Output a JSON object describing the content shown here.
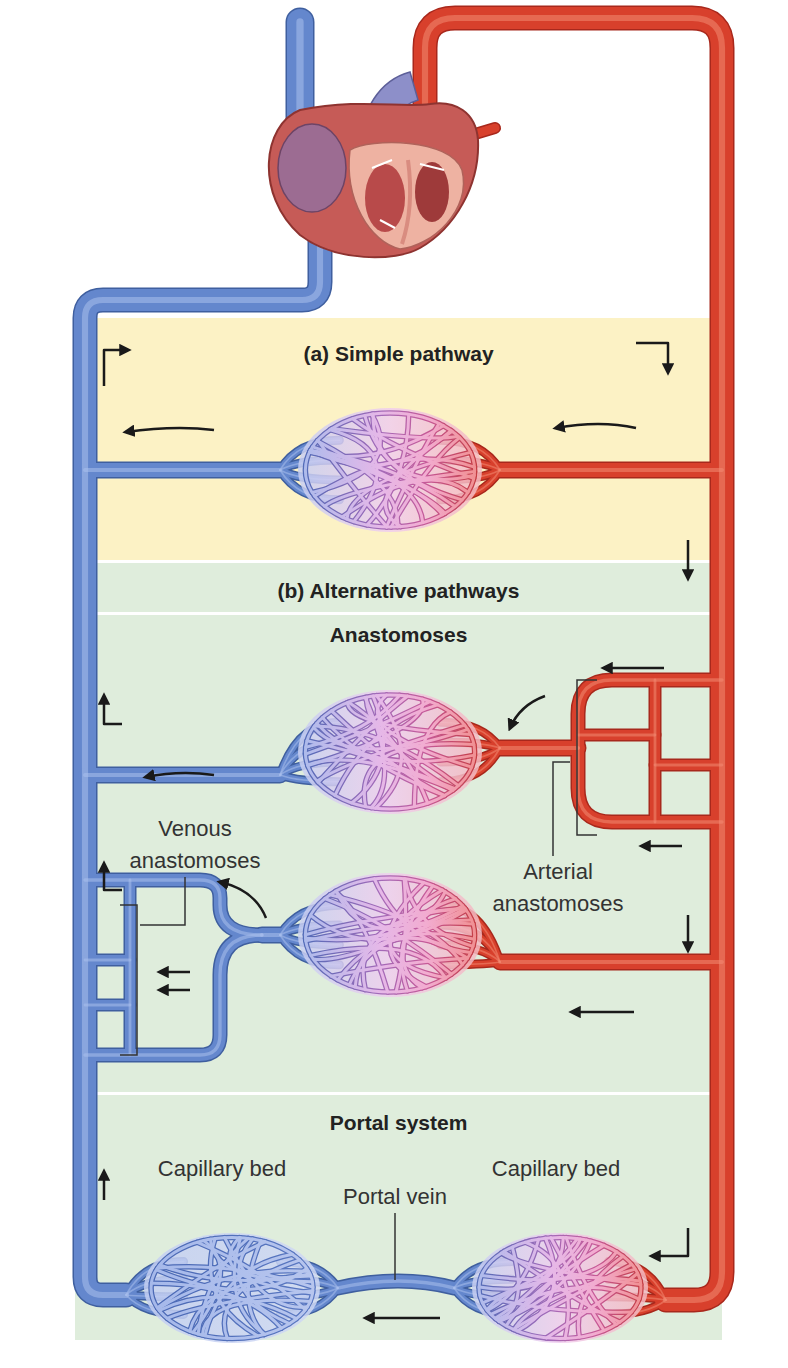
{
  "diagram": {
    "nodes": [
      {
        "text": [
          "(a) Simple pathway"
        ]
      },
      {
        "text": [
          "(b) Alternative pathways"
        ]
      },
      {
        "text": [
          "Anastomoses"
        ],
        "in": 1
      },
      {
        "text": [
          "Portal system"
        ],
        "in": 1
      }
    ],
    "labels": [
      "Venous anastomoses",
      "Arterial anastomoses",
      "Capillary bed",
      "Capillary bed",
      "Portal vein"
    ]
  }
}
